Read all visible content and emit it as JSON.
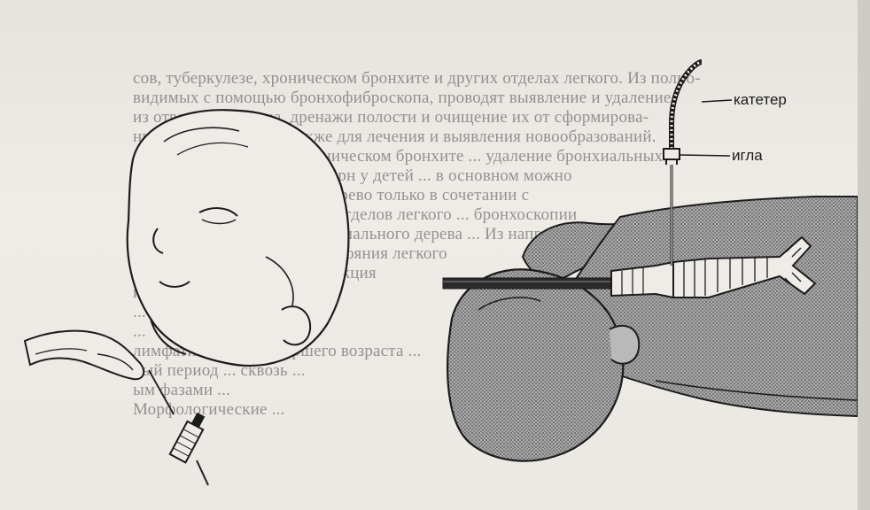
{
  "labels": {
    "catheter": "катетер",
    "needle": "игла"
  },
  "background_text_lines": [
    "сов, туберкулезе, хроническом бронхите и других отделах легкого. Из полно-",
    "видимых с помощью бронхофиброскопа, проводят выявление и удаление",
    "из отверстия бронха, дренажи полости и очищение их от сформирова-",
    "нных бронхолитов, а также для лечения и выявления новообразований.",
    "Диагностические при хроническом бронхите ... удаление бронхиальных",
    "легочных и фиброзных каверн у детей ... в основном можно",
    "промывать бронхиальное дерево только в сочетании с",
    "хирургической коррекцией отделов легкого ... бронхоскопии",
    "и выявлять изменения бронхиального дерева ... Из направ-",
    "ленных ... могут быть ... состояния легкого",
    "в ... проходимость, ... обструкция",
    "и ... определить ... ",
    "... возраста ...",
    "... ",
    "лимфатических ... старшего возраста ...",
    "ный период ... сквозь ... ",
    "ым фазами ... ",
    "Морфологические ... "
  ],
  "colors": {
    "paper": "#ece9e4",
    "ink": "#1c1c1c",
    "body_fill": "#8d8d8d"
  }
}
